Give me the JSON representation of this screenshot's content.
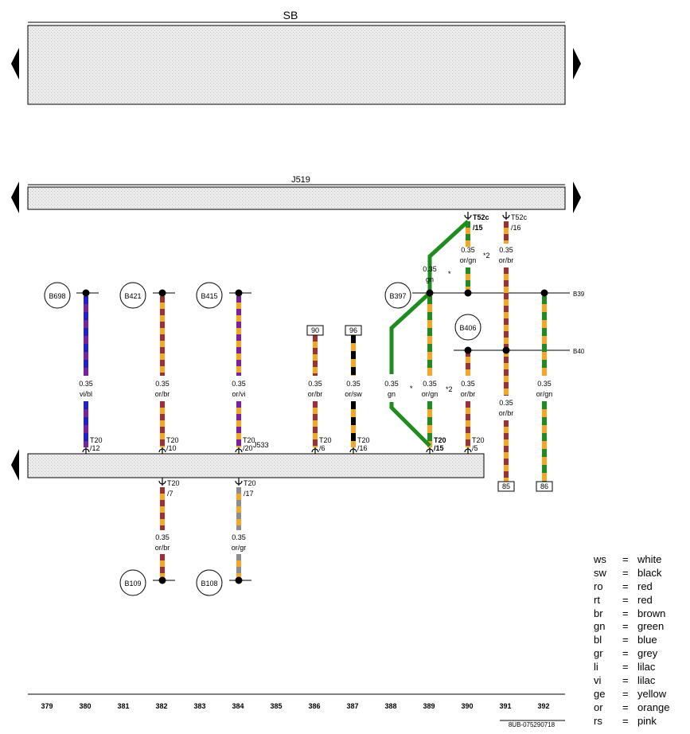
{
  "sb": {
    "label": "SB"
  },
  "j519": {
    "label": "J519"
  },
  "bus_labels": {
    "b397_right": "B39",
    "b406_right": "B40"
  },
  "nodes": {
    "B698": "B698",
    "B421": "B421",
    "B415": "B415",
    "B397": "B397",
    "B406": "B406",
    "B109": "B109",
    "B108": "B108"
  },
  "wires": {
    "w380": {
      "size": "0.35",
      "color": "vi/bl",
      "conn": "T20",
      "pin": "/12"
    },
    "w382": {
      "size": "0.35",
      "color": "or/br",
      "conn": "T20",
      "pin": "/10"
    },
    "w384": {
      "size": "0.35",
      "color": "or/vi",
      "conn": "T20",
      "pin": "/20",
      "ref": "J533"
    },
    "w386": {
      "size": "0.35",
      "color": "or/br",
      "conn": "T20",
      "pin": "/6",
      "box": "90"
    },
    "w387": {
      "size": "0.35",
      "color": "or/sw",
      "conn": "T20",
      "pin": "/16",
      "box": "96"
    },
    "w388": {
      "size": "0.35",
      "color": "gn"
    },
    "w389": {
      "size": "0.35",
      "color": "or/gn",
      "conn": "T20",
      "pin": "/15",
      "top_size": "0.35",
      "top_color": "gn"
    },
    "w390": {
      "size": "0.35",
      "color": "or/br",
      "conn": "T20",
      "pin": "/5",
      "top_size": "0.35",
      "top_color": "or/gn",
      "top_conn": "T52c",
      "top_pin": "/15"
    },
    "w391": {
      "size": "0.35",
      "color": "or/br",
      "top_size": "0.35",
      "top_color": "or/br",
      "top_conn": "T52c",
      "top_pin": "/16",
      "box": "85"
    },
    "w392": {
      "size": "0.35",
      "color": "or/gn",
      "box": "86"
    },
    "w382b": {
      "size": "0.35",
      "color": "or/br",
      "conn": "T20",
      "pin": "/7"
    },
    "w384b": {
      "size": "0.35",
      "color": "or/gr",
      "conn": "T20",
      "pin": "/17"
    }
  },
  "marks": {
    "star": "*",
    "star2": "*2"
  },
  "columns": [
    "379",
    "380",
    "381",
    "382",
    "383",
    "384",
    "385",
    "386",
    "387",
    "388",
    "389",
    "390",
    "391",
    "392"
  ],
  "footer": {
    "code": "8UB-075290718"
  },
  "legend": [
    {
      "code": "ws",
      "name": "white"
    },
    {
      "code": "sw",
      "name": "black"
    },
    {
      "code": "ro",
      "name": "red"
    },
    {
      "code": "rt",
      "name": "red"
    },
    {
      "code": "br",
      "name": "brown"
    },
    {
      "code": "gn",
      "name": "green"
    },
    {
      "code": "bl",
      "name": "blue"
    },
    {
      "code": "gr",
      "name": "grey"
    },
    {
      "code": "li",
      "name": "lilac"
    },
    {
      "code": "vi",
      "name": "lilac"
    },
    {
      "code": "ge",
      "name": "yellow"
    },
    {
      "code": "or",
      "name": "orange"
    },
    {
      "code": "rs",
      "name": "pink"
    }
  ],
  "legend_eq": "=",
  "wire_colors": {
    "vi": "#7a1fa2",
    "bl": "#1f1fd6",
    "or": "#f5a623",
    "br": "#a0302f",
    "sw": "#000000",
    "gn": "#1e8c1e",
    "gr": "#8c8c8c"
  }
}
